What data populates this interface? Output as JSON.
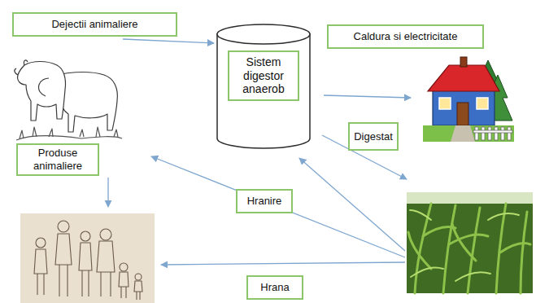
{
  "diagram": {
    "nodes": [
      {
        "text": [
          "Dejectii animaliere"
        ]
      },
      {
        "text": [
          "Sistem digestor anaerob"
        ]
      },
      {
        "text": [
          "Caldura si electricitate"
        ]
      },
      {
        "text": [
          "Digestat"
        ]
      },
      {
        "text": [
          "Produse animaliere"
        ]
      },
      {
        "text": [
          "Hranire"
        ]
      },
      {
        "text": [
          "Hrana"
        ]
      }
    ],
    "edges": [
      {
        "from": 0,
        "to": 1,
        "arrow": "to"
      }
    ]
  }
}
